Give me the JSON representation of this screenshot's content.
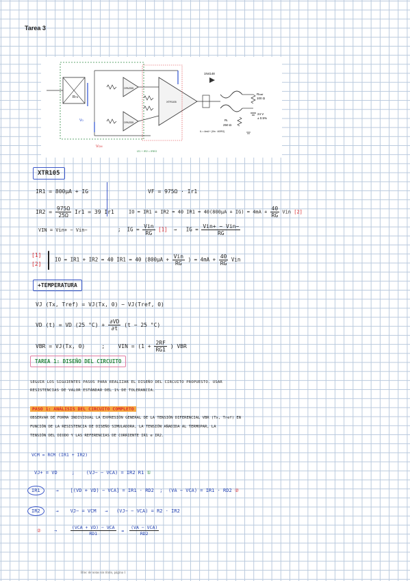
{
  "header": {
    "title": "Tarea 3"
  },
  "circuit": {
    "labels": {
      "ic_label": "XTR105",
      "op1": "OPA2335",
      "op2": "OPA2335",
      "diode": "1N4148",
      "rload": "R",
      "rload_sub": "load",
      "rload_val": "100 Ω",
      "rl": "R",
      "rl_sub": "L",
      "rl_val": "250 Ω",
      "supply": "24 V",
      "supply_tol": "± 0.5%",
      "vcm": "V",
      "vcm_sub": "CM",
      "ivd": "V",
      "ivd_sub": "D",
      "rtd": "R",
      "rtd_sub": "TD",
      "bottom_formula": "I",
      "bottom_formula_rest": "Z1 + I",
      "bottom_formula_rest2": "R2 = I",
      "bottom_formula_rest3": "REG",
      "il_formula": "I",
      "il_formula_rest": "L = 4mA + (V",
      "il_formula_rest2": "in",
      "il_formula_rest3": " · 40/R",
      "il_formula_rest4": "G",
      "il_formula_rest5": ")"
    }
  },
  "section_xtr": {
    "heading": "XTR105",
    "eq1": "IR1 = 800μA + IG",
    "eq2_lhs": "IR2 =",
    "eq2_num": "975Ω",
    "eq2_den": "25Ω",
    "eq2_rhs": "Ir1 = 39 Ir1",
    "eq3_lhs": "VIN = Vin+ − Vin−",
    "eq3_mid": "IG =",
    "eq3_num": "Vin",
    "eq3_den": "RG",
    "eq3_ref": "[1]",
    "eq3_arrow": "→",
    "eq3_rhs": "IG =",
    "eq3_rhs_num": "Vin+ − Vin−",
    "eq3_rhs_den": "RG",
    "eq4_lhs": "VF = 975Ω · Ir1",
    "eq5": "IO = IR1 + IR2 = 40 IR1 = 40(800μA + IG) = 4mA +",
    "eq5_num": "40",
    "eq5_den": "RG",
    "eq5_rhs": "Vin",
    "eq5_ref": "[2]",
    "ref1": "[1]",
    "ref2": "[2]",
    "eq6": "IO = IR1 + IR2 = 40 IR1 = 40 (800μA +",
    "eq6_num": "Vin",
    "eq6_den": "RG",
    "eq6_mid": ") = 4mA +",
    "eq6_num2": "40",
    "eq6_den2": "RG",
    "eq6_rhs": "Vin"
  },
  "section_temp": {
    "heading": "+TEMPERATURA",
    "eq1": "VJ (Tx, Tref) = VJ(Tx, 0) − VJ(Tref, 0)",
    "eq2_lhs": "VD (t) = VD (25 °C) +",
    "eq2_num": "∂VD",
    "eq2_den": "∂t",
    "eq2_rhs": "(t − 25 °C)",
    "eq3": "VBR = VJ(Tx, 0)",
    "eq3_sep": ";",
    "eq3_rhs": "VIN = (1 +",
    "eq3_num": "2RF",
    "eq3_den": "RG1",
    "eq3_end": ") VBR"
  },
  "section_task": {
    "heading": "TAREA 1: DISEÑO DEL CIRCUITO",
    "line1": "SEGUIR LOS SIGUIENTES PASOS PARA REALIZAR EL DISEÑO DEL CIRCUITO PROPUESTO. USAR",
    "line2": "RESISTENCIAS DE VALOR ESTÁNDAR DEL 1% DE TOLERANCIA."
  },
  "section_step1": {
    "heading": "PASO 1: ANÁLISIS DEL CIRCUITO COMPLETO",
    "line1": "OBSERVAR DE FORMA INDIVIDUAL LA EXPRESIÓN GENERAL DE LA TENSIÓN DIFERENCIAL VBR (Tx, Tref) EN",
    "line2": "FUNCIÓN DE LA RESISTENCIA DE DISEÑO SIMULADORA, LA TENSIÓN AÑADIDA AL TERMOPAR, LA",
    "line3": "TENSIÓN DEL DIODO Y LAS REFERENCIAS DE CORRIENTE IR1 e IR2.",
    "eqA": "VCM = RCM (IR1 + IR2)",
    "eqB_lhs": "VJ+ = VD",
    "eqB_sep": ";",
    "eqB_rhs": "(VJ− − VCA) = IR2 R1",
    "eqB_mark": "①",
    "eqC_tag": "IR1",
    "eqC_arrow": "→",
    "eqC_mid": "[(VD + VD) − VCA] = IR1 · RD2",
    "eqC_sep": ";",
    "eqC_rhs": "(VA − VCA) = IR1 · RD2",
    "eqC_mark": "②",
    "eqD_tag": "IR2",
    "eqD_arrow": "→",
    "eqD_mid": "VJ− = VCM",
    "eqD_arrow2": "→",
    "eqD_rhs": "(VJ− − VCA) = R2 · IR2",
    "eqE_mark": "②",
    "eqE_arrow": "→",
    "eqE_num": "(VCA + VD) − VCA",
    "eqE_den": "RD1",
    "eqE_eq": "=",
    "eqE_num2": "(VA − VCA)",
    "eqE_den2": "RD2"
  },
  "footer": {
    "text": "Bloc de notas sin título, página 1"
  }
}
